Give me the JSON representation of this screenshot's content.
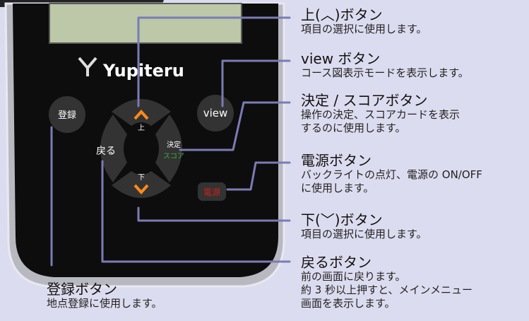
{
  "brand": "Yupiteru",
  "device_labels": {
    "register": "登録",
    "view": "view",
    "back": "戻る",
    "up": "上",
    "down": "下",
    "confirm_top": "決定",
    "confirm_bottom": "スコア",
    "power": "電源"
  },
  "callouts": {
    "up": {
      "title": "上(︿)ボタン",
      "desc": [
        "項目の選択に使用します。"
      ]
    },
    "view": {
      "title": "view ボタン",
      "desc": [
        "コース図表示モードを表示します。"
      ]
    },
    "confirm": {
      "title": "決定 / スコアボタン",
      "desc": [
        "操作の決定、スコアカードを表示",
        "するのに使用します。"
      ]
    },
    "power": {
      "title": "電源ボタン",
      "desc": [
        "バックライトの点灯、電源の ON/OFF",
        "に使用します。"
      ]
    },
    "down": {
      "title": "下(﹀)ボタン",
      "desc": [
        "項目の選択に使用します。"
      ]
    },
    "back": {
      "title": "戻るボタン",
      "desc": [
        "前の画面に戻ります。",
        "約 3 秒以上押すと、メインメニュー",
        "画面を表示します。"
      ]
    },
    "register": {
      "title": "登録ボタン",
      "desc": [
        "地点登録に使用します。"
      ]
    }
  },
  "colors": {
    "background": "#dcdcf0",
    "device_body": "#0d0d0d",
    "device_frame": "#b8b8c0",
    "button": "#333333",
    "screen": "#bcc8a8",
    "leader_line": "#7b7bb5",
    "accent_orange": "#ff8a1a",
    "accent_green": "#38b040",
    "power_red": "#c8201a"
  }
}
